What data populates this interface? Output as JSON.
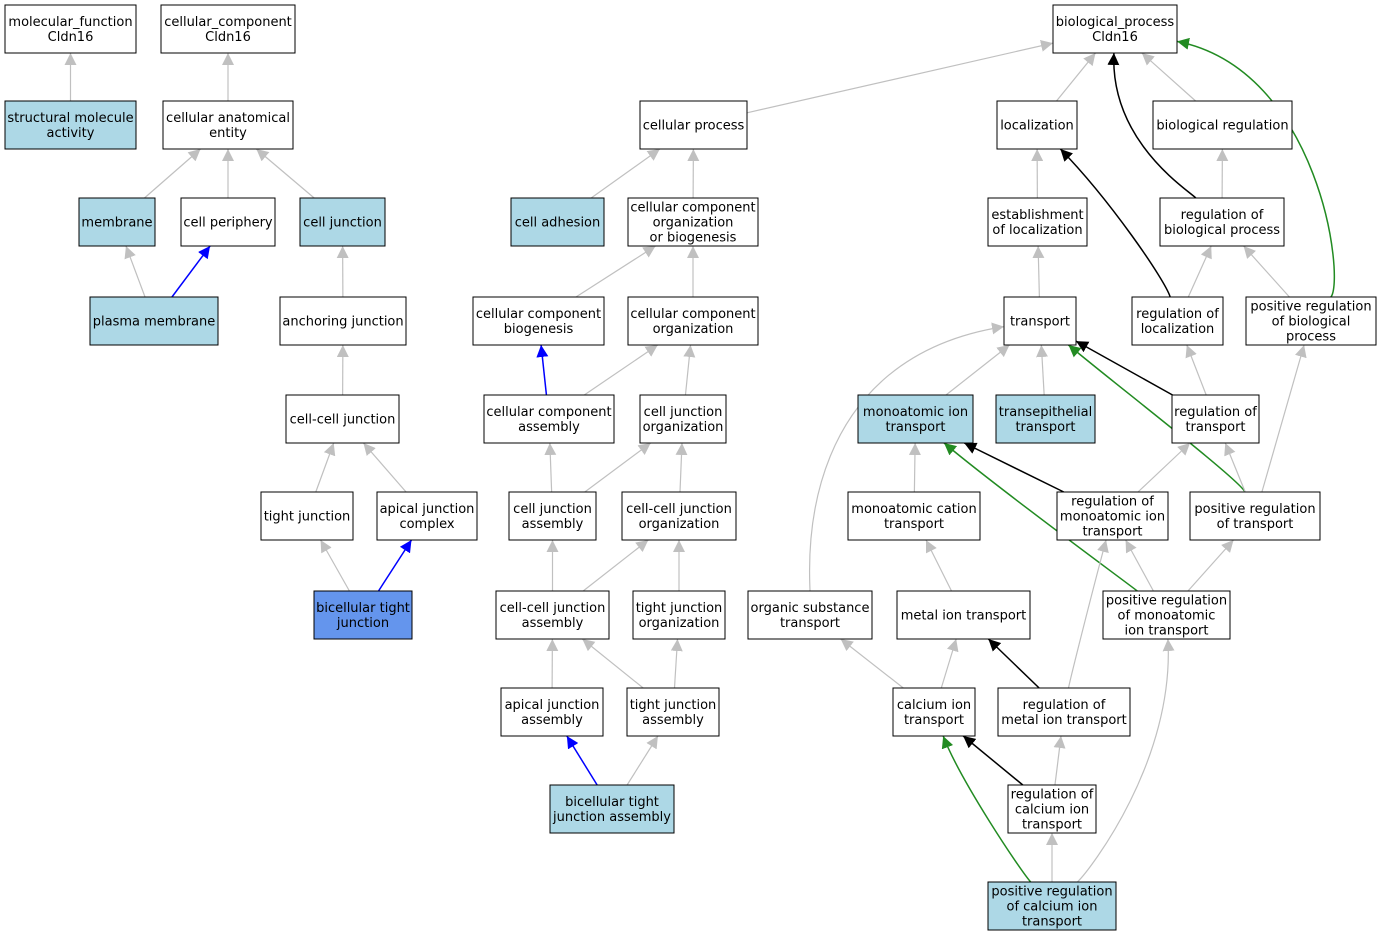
{
  "colors": {
    "node_plain": "#ffffff",
    "node_annotated": "#add8e6",
    "node_focus": "#6495ed",
    "edge_is_a": "#c0c0c0",
    "edge_part_of": "#0000ff",
    "edge_regulates": "#000000",
    "edge_positively_regulates": "#228b22"
  },
  "nodes": [
    {
      "id": "mf",
      "lines": [
        "molecular_function",
        "Cldn16"
      ],
      "fill": "plain"
    },
    {
      "id": "cc",
      "lines": [
        "cellular_component",
        "Cldn16"
      ],
      "fill": "plain"
    },
    {
      "id": "bp",
      "lines": [
        "biological_process",
        "Cldn16"
      ],
      "fill": "plain"
    },
    {
      "id": "sma",
      "lines": [
        "structural molecule",
        "activity"
      ],
      "fill": "annotated"
    },
    {
      "id": "cae",
      "lines": [
        "cellular anatomical",
        "entity"
      ],
      "fill": "plain"
    },
    {
      "id": "mem",
      "lines": [
        "membrane"
      ],
      "fill": "annotated"
    },
    {
      "id": "cper",
      "lines": [
        "cell periphery"
      ],
      "fill": "plain"
    },
    {
      "id": "cj",
      "lines": [
        "cell junction"
      ],
      "fill": "annotated"
    },
    {
      "id": "pm",
      "lines": [
        "plasma membrane"
      ],
      "fill": "annotated"
    },
    {
      "id": "aj",
      "lines": [
        "anchoring junction"
      ],
      "fill": "plain"
    },
    {
      "id": "ccj",
      "lines": [
        "cell-cell junction"
      ],
      "fill": "plain"
    },
    {
      "id": "tj",
      "lines": [
        "tight junction"
      ],
      "fill": "plain"
    },
    {
      "id": "ajc",
      "lines": [
        "apical junction",
        "complex"
      ],
      "fill": "plain"
    },
    {
      "id": "btj",
      "lines": [
        "bicellular tight",
        "junction"
      ],
      "fill": "focus"
    },
    {
      "id": "cp",
      "lines": [
        "cellular process"
      ],
      "fill": "plain"
    },
    {
      "id": "cad",
      "lines": [
        "cell adhesion"
      ],
      "fill": "annotated"
    },
    {
      "id": "ccob",
      "lines": [
        "cellular component",
        "organization",
        "or biogenesis"
      ],
      "fill": "plain"
    },
    {
      "id": "ccb",
      "lines": [
        "cellular component",
        "biogenesis"
      ],
      "fill": "plain"
    },
    {
      "id": "cco",
      "lines": [
        "cellular component",
        "organization"
      ],
      "fill": "plain"
    },
    {
      "id": "cca",
      "lines": [
        "cellular component",
        "assembly"
      ],
      "fill": "plain"
    },
    {
      "id": "cjo",
      "lines": [
        "cell junction",
        "organization"
      ],
      "fill": "plain"
    },
    {
      "id": "cja",
      "lines": [
        "cell junction",
        "assembly"
      ],
      "fill": "plain"
    },
    {
      "id": "ccjo",
      "lines": [
        "cell-cell junction",
        "organization"
      ],
      "fill": "plain"
    },
    {
      "id": "ccja",
      "lines": [
        "cell-cell junction",
        "assembly"
      ],
      "fill": "plain"
    },
    {
      "id": "tjo",
      "lines": [
        "tight junction",
        "organization"
      ],
      "fill": "plain"
    },
    {
      "id": "aja",
      "lines": [
        "apical junction",
        "assembly"
      ],
      "fill": "plain"
    },
    {
      "id": "tja",
      "lines": [
        "tight junction",
        "assembly"
      ],
      "fill": "plain"
    },
    {
      "id": "btja",
      "lines": [
        "bicellular tight",
        "junction assembly"
      ],
      "fill": "annotated"
    },
    {
      "id": "loc",
      "lines": [
        "localization"
      ],
      "fill": "plain"
    },
    {
      "id": "breg",
      "lines": [
        "biological regulation"
      ],
      "fill": "plain"
    },
    {
      "id": "eloc",
      "lines": [
        "establishment",
        "of localization"
      ],
      "fill": "plain"
    },
    {
      "id": "rbp",
      "lines": [
        "regulation of",
        "biological process"
      ],
      "fill": "plain"
    },
    {
      "id": "tr",
      "lines": [
        "transport"
      ],
      "fill": "plain"
    },
    {
      "id": "rloc",
      "lines": [
        "regulation of",
        "localization"
      ],
      "fill": "plain"
    },
    {
      "id": "prbp",
      "lines": [
        "positive regulation",
        "of biological",
        "process"
      ],
      "fill": "plain"
    },
    {
      "id": "mit",
      "lines": [
        "monoatomic ion",
        "transport"
      ],
      "fill": "annotated"
    },
    {
      "id": "tet",
      "lines": [
        "transepithelial",
        "transport"
      ],
      "fill": "annotated"
    },
    {
      "id": "rtr",
      "lines": [
        "regulation of",
        "transport"
      ],
      "fill": "plain"
    },
    {
      "id": "mct",
      "lines": [
        "monoatomic cation",
        "transport"
      ],
      "fill": "plain"
    },
    {
      "id": "rmit",
      "lines": [
        "regulation of",
        "monoatomic ion",
        "transport"
      ],
      "fill": "plain"
    },
    {
      "id": "prtr",
      "lines": [
        "positive regulation",
        "of transport"
      ],
      "fill": "plain"
    },
    {
      "id": "ost",
      "lines": [
        "organic substance",
        "transport"
      ],
      "fill": "plain"
    },
    {
      "id": "mtit",
      "lines": [
        "metal ion transport"
      ],
      "fill": "plain"
    },
    {
      "id": "prmit",
      "lines": [
        "positive regulation",
        "of monoatomic",
        "ion transport"
      ],
      "fill": "plain"
    },
    {
      "id": "cait",
      "lines": [
        "calcium ion",
        "transport"
      ],
      "fill": "plain"
    },
    {
      "id": "rmtit",
      "lines": [
        "regulation of",
        "metal ion transport"
      ],
      "fill": "plain"
    },
    {
      "id": "rcait",
      "lines": [
        "regulation of",
        "calcium ion",
        "transport"
      ],
      "fill": "plain"
    },
    {
      "id": "prcait",
      "lines": [
        "positive regulation",
        "of calcium ion",
        "transport"
      ],
      "fill": "annotated"
    }
  ],
  "edges": [
    {
      "from": "sma",
      "to": "mf",
      "type": "is_a"
    },
    {
      "from": "cae",
      "to": "cc",
      "type": "is_a"
    },
    {
      "from": "mem",
      "to": "cae",
      "type": "is_a"
    },
    {
      "from": "cper",
      "to": "cae",
      "type": "is_a"
    },
    {
      "from": "cj",
      "to": "cae",
      "type": "is_a"
    },
    {
      "from": "pm",
      "to": "mem",
      "type": "is_a"
    },
    {
      "from": "pm",
      "to": "cper",
      "type": "part_of"
    },
    {
      "from": "aj",
      "to": "cj",
      "type": "is_a"
    },
    {
      "from": "ccj",
      "to": "aj",
      "type": "is_a"
    },
    {
      "from": "tj",
      "to": "ccj",
      "type": "is_a"
    },
    {
      "from": "ajc",
      "to": "ccj",
      "type": "is_a"
    },
    {
      "from": "btj",
      "to": "tj",
      "type": "is_a"
    },
    {
      "from": "btj",
      "to": "ajc",
      "type": "part_of"
    },
    {
      "from": "cp",
      "to": "bp",
      "type": "is_a"
    },
    {
      "from": "cad",
      "to": "cp",
      "type": "is_a"
    },
    {
      "from": "ccob",
      "to": "cp",
      "type": "is_a"
    },
    {
      "from": "ccb",
      "to": "ccob",
      "type": "is_a"
    },
    {
      "from": "cco",
      "to": "ccob",
      "type": "is_a"
    },
    {
      "from": "cca",
      "to": "ccb",
      "type": "part_of"
    },
    {
      "from": "cca",
      "to": "cco",
      "type": "is_a"
    },
    {
      "from": "cjo",
      "to": "cco",
      "type": "is_a"
    },
    {
      "from": "cja",
      "to": "cca",
      "type": "is_a"
    },
    {
      "from": "cja",
      "to": "cjo",
      "type": "is_a"
    },
    {
      "from": "ccjo",
      "to": "cjo",
      "type": "is_a"
    },
    {
      "from": "ccja",
      "to": "cja",
      "type": "is_a"
    },
    {
      "from": "ccja",
      "to": "ccjo",
      "type": "is_a"
    },
    {
      "from": "tjo",
      "to": "ccjo",
      "type": "is_a"
    },
    {
      "from": "aja",
      "to": "ccja",
      "type": "is_a"
    },
    {
      "from": "tja",
      "to": "ccja",
      "type": "is_a"
    },
    {
      "from": "tja",
      "to": "tjo",
      "type": "is_a"
    },
    {
      "from": "btja",
      "to": "aja",
      "type": "part_of"
    },
    {
      "from": "btja",
      "to": "tja",
      "type": "is_a"
    },
    {
      "from": "loc",
      "to": "bp",
      "type": "is_a"
    },
    {
      "from": "breg",
      "to": "bp",
      "type": "is_a"
    },
    {
      "from": "rbp",
      "to": "bp",
      "type": "regulates"
    },
    {
      "from": "prbp",
      "to": "bp",
      "type": "positively_regulates"
    },
    {
      "from": "eloc",
      "to": "loc",
      "type": "is_a"
    },
    {
      "from": "rbp",
      "to": "breg",
      "type": "is_a"
    },
    {
      "from": "tr",
      "to": "eloc",
      "type": "is_a"
    },
    {
      "from": "rloc",
      "to": "loc",
      "type": "regulates"
    },
    {
      "from": "rloc",
      "to": "rbp",
      "type": "is_a"
    },
    {
      "from": "prbp",
      "to": "rbp",
      "type": "is_a"
    },
    {
      "from": "mit",
      "to": "tr",
      "type": "is_a"
    },
    {
      "from": "tet",
      "to": "tr",
      "type": "is_a"
    },
    {
      "from": "rtr",
      "to": "tr",
      "type": "regulates"
    },
    {
      "from": "prtr",
      "to": "tr",
      "type": "positively_regulates"
    },
    {
      "from": "ost",
      "to": "tr",
      "type": "is_a"
    },
    {
      "from": "rtr",
      "to": "rloc",
      "type": "is_a"
    },
    {
      "from": "prtr",
      "to": "prbp",
      "type": "is_a"
    },
    {
      "from": "mct",
      "to": "mit",
      "type": "is_a"
    },
    {
      "from": "rmit",
      "to": "mit",
      "type": "regulates"
    },
    {
      "from": "prmit",
      "to": "mit",
      "type": "positively_regulates"
    },
    {
      "from": "rmit",
      "to": "rtr",
      "type": "is_a"
    },
    {
      "from": "prtr",
      "to": "rtr",
      "type": "is_a"
    },
    {
      "from": "mtit",
      "to": "mct",
      "type": "is_a"
    },
    {
      "from": "prmit",
      "to": "rmit",
      "type": "is_a"
    },
    {
      "from": "prmit",
      "to": "prtr",
      "type": "is_a"
    },
    {
      "from": "rmtit",
      "to": "rmit",
      "type": "is_a"
    },
    {
      "from": "cait",
      "to": "ost",
      "type": "is_a"
    },
    {
      "from": "cait",
      "to": "mtit",
      "type": "is_a"
    },
    {
      "from": "rmtit",
      "to": "mtit",
      "type": "regulates"
    },
    {
      "from": "rcait",
      "to": "cait",
      "type": "regulates"
    },
    {
      "from": "rcait",
      "to": "rmtit",
      "type": "is_a"
    },
    {
      "from": "prcait",
      "to": "cait",
      "type": "positively_regulates"
    },
    {
      "from": "prcait",
      "to": "rcait",
      "type": "is_a"
    },
    {
      "from": "prcait",
      "to": "prmit",
      "type": "is_a"
    }
  ]
}
